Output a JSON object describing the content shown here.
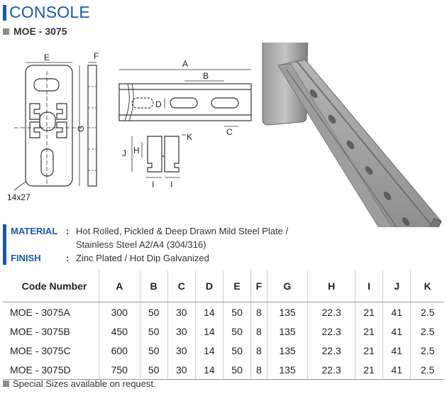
{
  "header": {
    "title": "CONSOLE",
    "model": "MOE - 3075"
  },
  "drawing": {
    "dims": {
      "A": "A",
      "B": "B",
      "C": "C",
      "D": "D",
      "E": "E",
      "F": "F",
      "G": "G",
      "H": "H",
      "I": "I",
      "J": "J",
      "K": "K"
    },
    "hole_label": "14x27"
  },
  "spec": {
    "material_label": "MATERIAL",
    "material_value_1": "Hot Rolled, Pickled & Deep Drawn Mild Steel Plate /",
    "material_value_2": "Stainless Steel A2/A4 (304/316)",
    "finish_label": "FINISH",
    "finish_value": "Zinc Plated / Hot Dip Galvanized",
    "colon": ":"
  },
  "table": {
    "headers": [
      "Code Number",
      "A",
      "B",
      "C",
      "D",
      "E",
      "F",
      "G",
      "H",
      "I",
      "J",
      "K"
    ],
    "rows": [
      [
        "MOE - 3075A",
        "300",
        "50",
        "30",
        "14",
        "50",
        "8",
        "135",
        "22.3",
        "21",
        "41",
        "2.5"
      ],
      [
        "MOE - 3075B",
        "450",
        "50",
        "30",
        "14",
        "50",
        "8",
        "135",
        "22.3",
        "21",
        "41",
        "2.5"
      ],
      [
        "MOE - 3075C",
        "600",
        "50",
        "30",
        "14",
        "50",
        "8",
        "135",
        "22.3",
        "21",
        "41",
        "2.5"
      ],
      [
        "MOE - 3075D",
        "750",
        "50",
        "30",
        "14",
        "50",
        "8",
        "135",
        "22.3",
        "21",
        "41",
        "2.5"
      ]
    ]
  },
  "footnote": "Special Sizes available on request."
}
